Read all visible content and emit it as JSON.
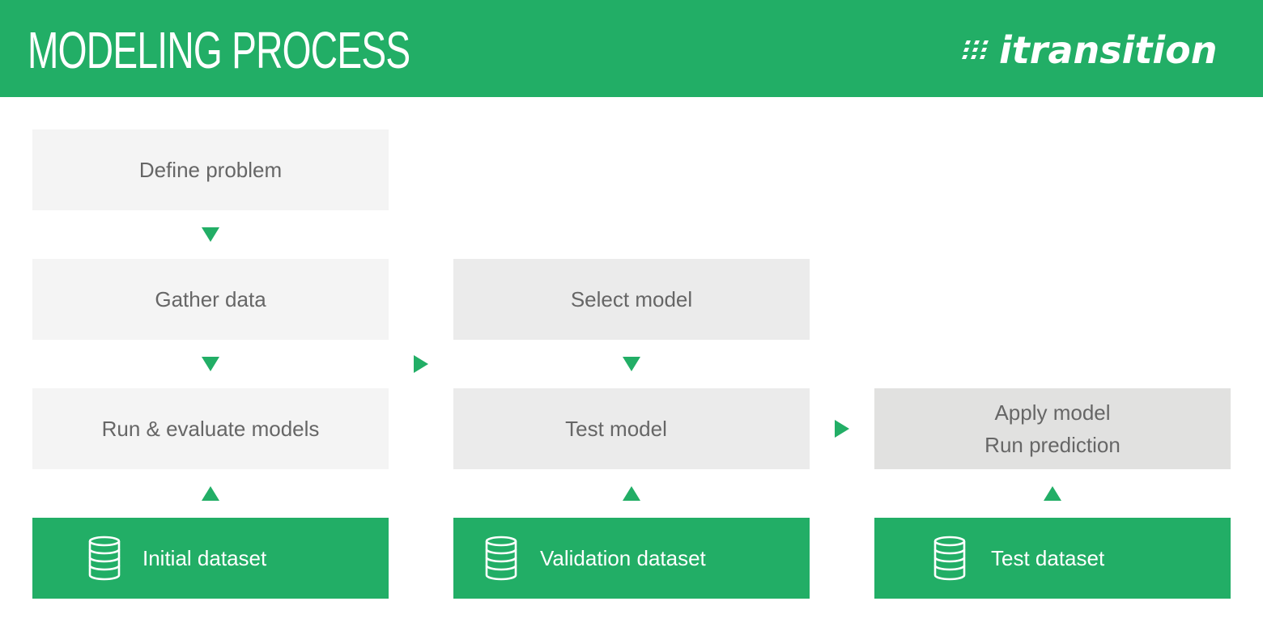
{
  "header": {
    "title": "MODELING PROCESS",
    "logo_text": "itransition",
    "background_color": "#22ae66"
  },
  "steps": {
    "define_problem": "Define problem",
    "gather_data": "Gather data",
    "run_evaluate": "Run & evaluate models",
    "select_model": "Select model",
    "test_model": "Test model",
    "apply_model": [
      "Apply model",
      "Run prediction"
    ]
  },
  "datasets": {
    "initial": "Initial dataset",
    "validation": "Validation dataset",
    "test": "Test dataset",
    "icon": "database-icon"
  },
  "colors": {
    "accent": "#22ae66",
    "box_light": "#f4f4f4",
    "box_mid": "#ebebeb",
    "box_dark": "#e1e1e0",
    "text_gray": "#666666"
  }
}
